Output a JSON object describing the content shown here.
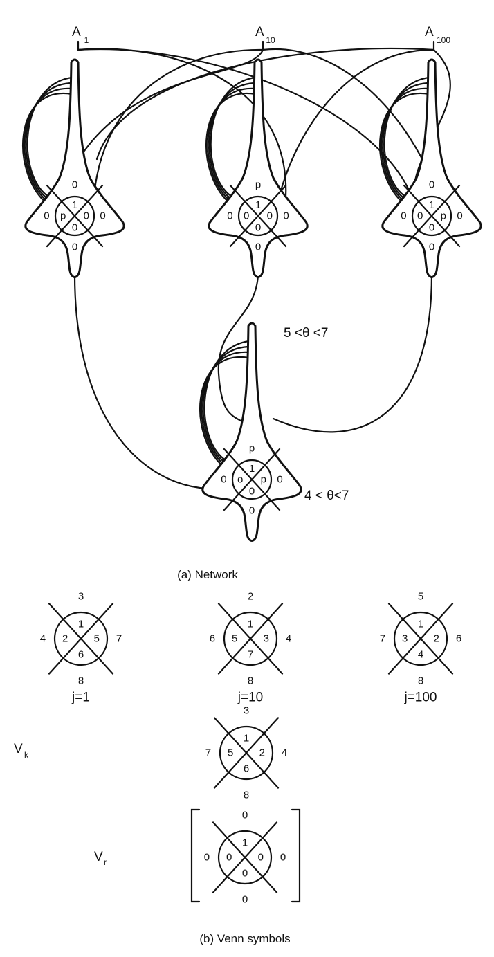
{
  "inputs": [
    {
      "label": "A",
      "sub": "1"
    },
    {
      "label": "A",
      "sub": "10"
    },
    {
      "label": "A",
      "sub": "100"
    }
  ],
  "neurons": [
    {
      "top_out": "0",
      "top_in": "1",
      "left_out": "0",
      "left_in": "p",
      "right_in": "0",
      "right_out": "0",
      "bottom_in": "0",
      "bottom_out": "0"
    },
    {
      "top_out": "p",
      "top_in": "1",
      "left_out": "0",
      "left_in": "0",
      "right_in": "0",
      "right_out": "0",
      "bottom_in": "0",
      "bottom_out": "0"
    },
    {
      "top_out": "0",
      "top_in": "1",
      "left_out": "0",
      "left_in": "0",
      "right_in": "p",
      "right_out": "0",
      "bottom_in": "0",
      "bottom_out": "0"
    },
    {
      "top_out": "p",
      "top_in": "1",
      "left_out": "0",
      "left_in": "o",
      "right_in": "p",
      "right_out": "0",
      "bottom_in": "0",
      "bottom_out": "0"
    }
  ],
  "thresholds": {
    "hidden": "5 <θ <7",
    "output": "4 < θ<7"
  },
  "caption_a": "(a) Network",
  "symbols": [
    {
      "name": "j=1",
      "top_out": "3",
      "top_in": "1",
      "left_out": "4",
      "left_in": "2",
      "right_in": "5",
      "right_out": "7",
      "bottom_in": "6",
      "bottom_out": "8"
    },
    {
      "name": "j=10",
      "top_out": "2",
      "top_in": "1",
      "left_out": "6",
      "left_in": "5",
      "right_in": "3",
      "right_out": "4",
      "bottom_in": "7",
      "bottom_out": "8"
    },
    {
      "name": "j=100",
      "top_out": "5",
      "top_in": "1",
      "left_out": "7",
      "left_in": "3",
      "right_in": "2",
      "right_out": "6",
      "bottom_in": "4",
      "bottom_out": "8"
    },
    {
      "name": "",
      "top_out": "3",
      "top_in": "1",
      "left_out": "7",
      "left_in": "5",
      "right_in": "2",
      "right_out": "4",
      "bottom_in": "6",
      "bottom_out": "8"
    },
    {
      "name": "",
      "top_out": "0",
      "top_in": "1",
      "left_out": "0",
      "left_in": "0",
      "right_in": "0",
      "right_out": "0",
      "bottom_in": "0",
      "bottom_out": "0"
    }
  ],
  "vk_label": {
    "main": "V",
    "sub": "k"
  },
  "vr_label": {
    "main": "V",
    "sub": "r"
  },
  "caption_b": "(b) Venn symbols"
}
